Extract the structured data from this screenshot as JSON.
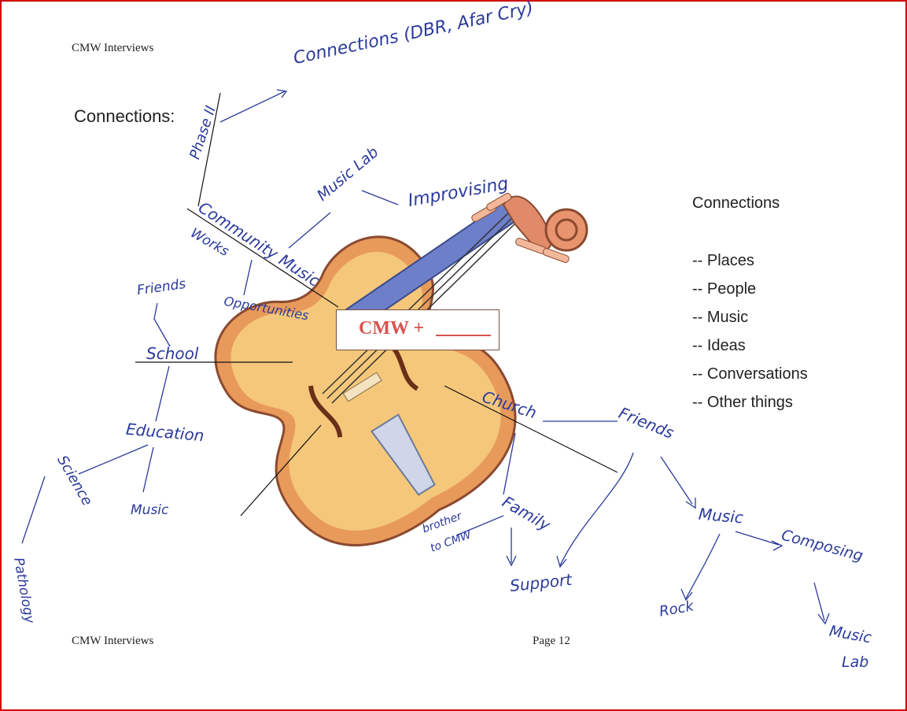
{
  "header": {
    "title": "CMW Interviews"
  },
  "footer": {
    "left": "CMW Interviews",
    "page": "Page 12"
  },
  "left_heading": "Connections:",
  "right_panel": {
    "title": "Connections",
    "items": [
      "-- Places",
      "-- People",
      "-- Music",
      "-- Ideas",
      "-- Conversations",
      "-- Other things"
    ]
  },
  "center_box": {
    "label": "CMW +"
  },
  "handwriting": {
    "connections_dbr": "Connections (DBR, Afar Cry)",
    "phase2": "Phase II",
    "music_lab": "Music Lab",
    "improvising": "Improvising",
    "community_music": "Community Music",
    "works": "Works",
    "friends_left": "Friends",
    "opportunities": "Opportunities",
    "school": "School",
    "education": "Education",
    "science": "Science",
    "music_left": "Music",
    "pathology": "Pathology",
    "church": "Church",
    "friends_right": "Friends",
    "family": "Family",
    "brother": "brother",
    "to_cmw": "to CMW",
    "support": "Support",
    "music_right": "Music",
    "composing": "Composing",
    "rock": "Rock",
    "music_lab_bottom1": "Music",
    "music_lab_bottom2": "Lab"
  },
  "colors": {
    "ink": "#2b3a9c",
    "frame": "#d00000",
    "cmw": "#d9534f"
  }
}
